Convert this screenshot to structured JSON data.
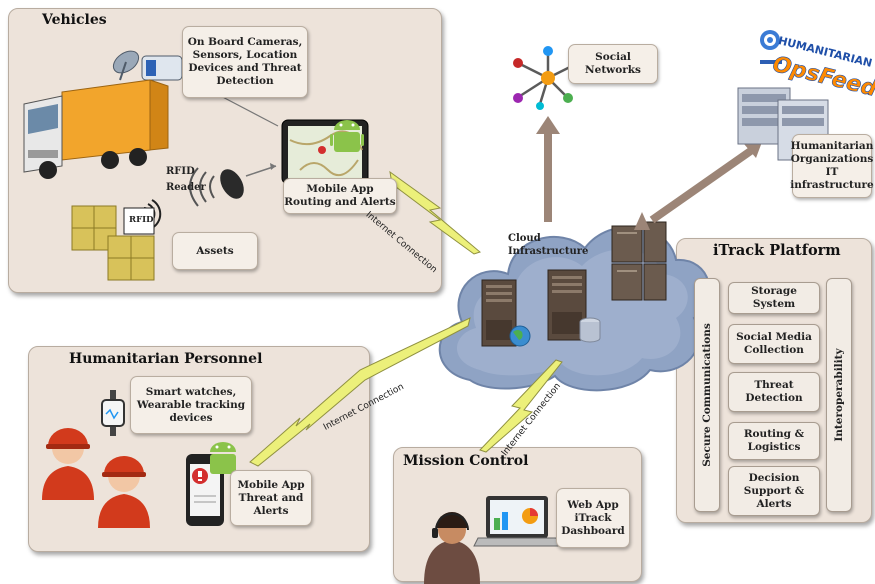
{
  "panels": {
    "vehicles": {
      "title": "Vehicles"
    },
    "personnel": {
      "title": "Humanitarian Personnel"
    },
    "mission": {
      "title": "Mission Control"
    },
    "itrack": {
      "title": "iTrack Platform"
    }
  },
  "notes": {
    "cameras": "On Board Cameras,\nSensors, Location\nDevices and Threat\nDetection",
    "mobile_routing": "Mobile App\nRouting and Alerts",
    "assets": "Assets",
    "rfid_reader": "RFID\nReader",
    "rfid_tag": "RFID",
    "smartwatch": "Smart watches,\nWearable tracking\ndevices",
    "mobile_threat": "Mobile App\nThreat and\nAlerts",
    "webapp": "Web App\niTrack\nDashboard",
    "social": "Social\nNetworks",
    "humanitarian_it": "Humanitarian\nOrganizations\nIT\ninfrastructure",
    "cloud": "Cloud\nInfrastructure"
  },
  "logo": {
    "line1": "HUMANITARIAN",
    "line2": "OpsFeed"
  },
  "itrack": {
    "left_bar": "Secure Communications",
    "right_bar": "Interoperability",
    "modules": [
      "Storage System",
      "Social Media\nCollection",
      "Threat\nDetection",
      "Routing &\nLogistics",
      "Decision\nSupport &\nAlerts"
    ]
  },
  "connections": {
    "vehicles": "Internet Connection",
    "personnel": "Internet Connection",
    "mission": "Internet Connection"
  },
  "colors": {
    "panel": "#ede3da",
    "cloud": "#8fa3c4",
    "arrow": "#9c8577",
    "lightning": "#ecf07a",
    "truck": "#f2a52c",
    "crate": "#d8c25a",
    "helmet": "#d23a1c",
    "android": "#8bc34a"
  },
  "icons": [
    "satellite-camera-icon",
    "truck-icon",
    "tablet-map-icon",
    "android-icon",
    "rfid-reader-icon",
    "rfid-crate-icon",
    "social-network-icon",
    "server-rack-icon",
    "globe-icon",
    "database-icon",
    "smartwatch-icon",
    "phone-alert-icon",
    "worker-helmet-icon",
    "laptop-dashboard-icon",
    "operator-headset-icon",
    "lightning-icon"
  ]
}
